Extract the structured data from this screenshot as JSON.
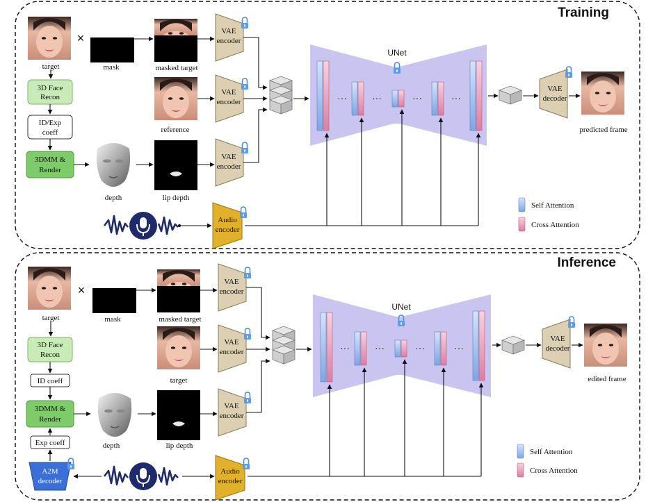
{
  "training": {
    "title": "Training",
    "target": "target",
    "mask": "mask",
    "masked_target": "masked target",
    "reference": "reference",
    "face_recon_1": "3D Face",
    "face_recon_2": "Recon",
    "coeff_1": "ID/Exp",
    "coeff_2": "coeff",
    "render_1": "3DMM &",
    "render_2": "Render",
    "depth": "depth",
    "lip_depth": "lip depth",
    "unet": "UNet",
    "predicted_frame": "predicted frame",
    "self_attention": "Self Attention",
    "cross_attention": "Cross Attention"
  },
  "inference": {
    "title": "Inference",
    "target": "target",
    "mask": "mask",
    "masked_target": "masked target",
    "reference": "target",
    "face_recon_1": "3D Face",
    "face_recon_2": "Recon",
    "id_coeff": "ID coeff",
    "render_1": "3DMM &",
    "render_2": "Render",
    "exp_coeff": "Exp coeff",
    "a2m_1": "A2M",
    "a2m_2": "decoder",
    "depth": "depth",
    "lip_depth": "lip depth",
    "unet": "UNet",
    "edited_frame": "edited frame",
    "self_attention": "Self Attention",
    "cross_attention": "Cross Attention"
  },
  "encoder": {
    "vae_1": "VAE",
    "vae_2": "encoder",
    "audio_1": "Audio",
    "audio_2": "encoder",
    "decoder_1": "VAE",
    "decoder_2": "decoder"
  },
  "symbols": {
    "multiply": "×",
    "ellipsis": "···"
  },
  "colors": {
    "self_attention": "#8fb3e8",
    "cross_attention": "#e596b2",
    "unet_fill": "#c4bef0",
    "vae_fill": "#dccfb2",
    "audio_fill": "#e2b12c",
    "recon_fill": "#c8ebb8",
    "render_fill": "#7ecb6a",
    "a2m_fill": "#3b6fd6",
    "audio_wave": "#1f2a6b"
  },
  "icons": [
    "lock-icon",
    "microphone-icon",
    "waveform-icon",
    "latent-cube-icon"
  ]
}
